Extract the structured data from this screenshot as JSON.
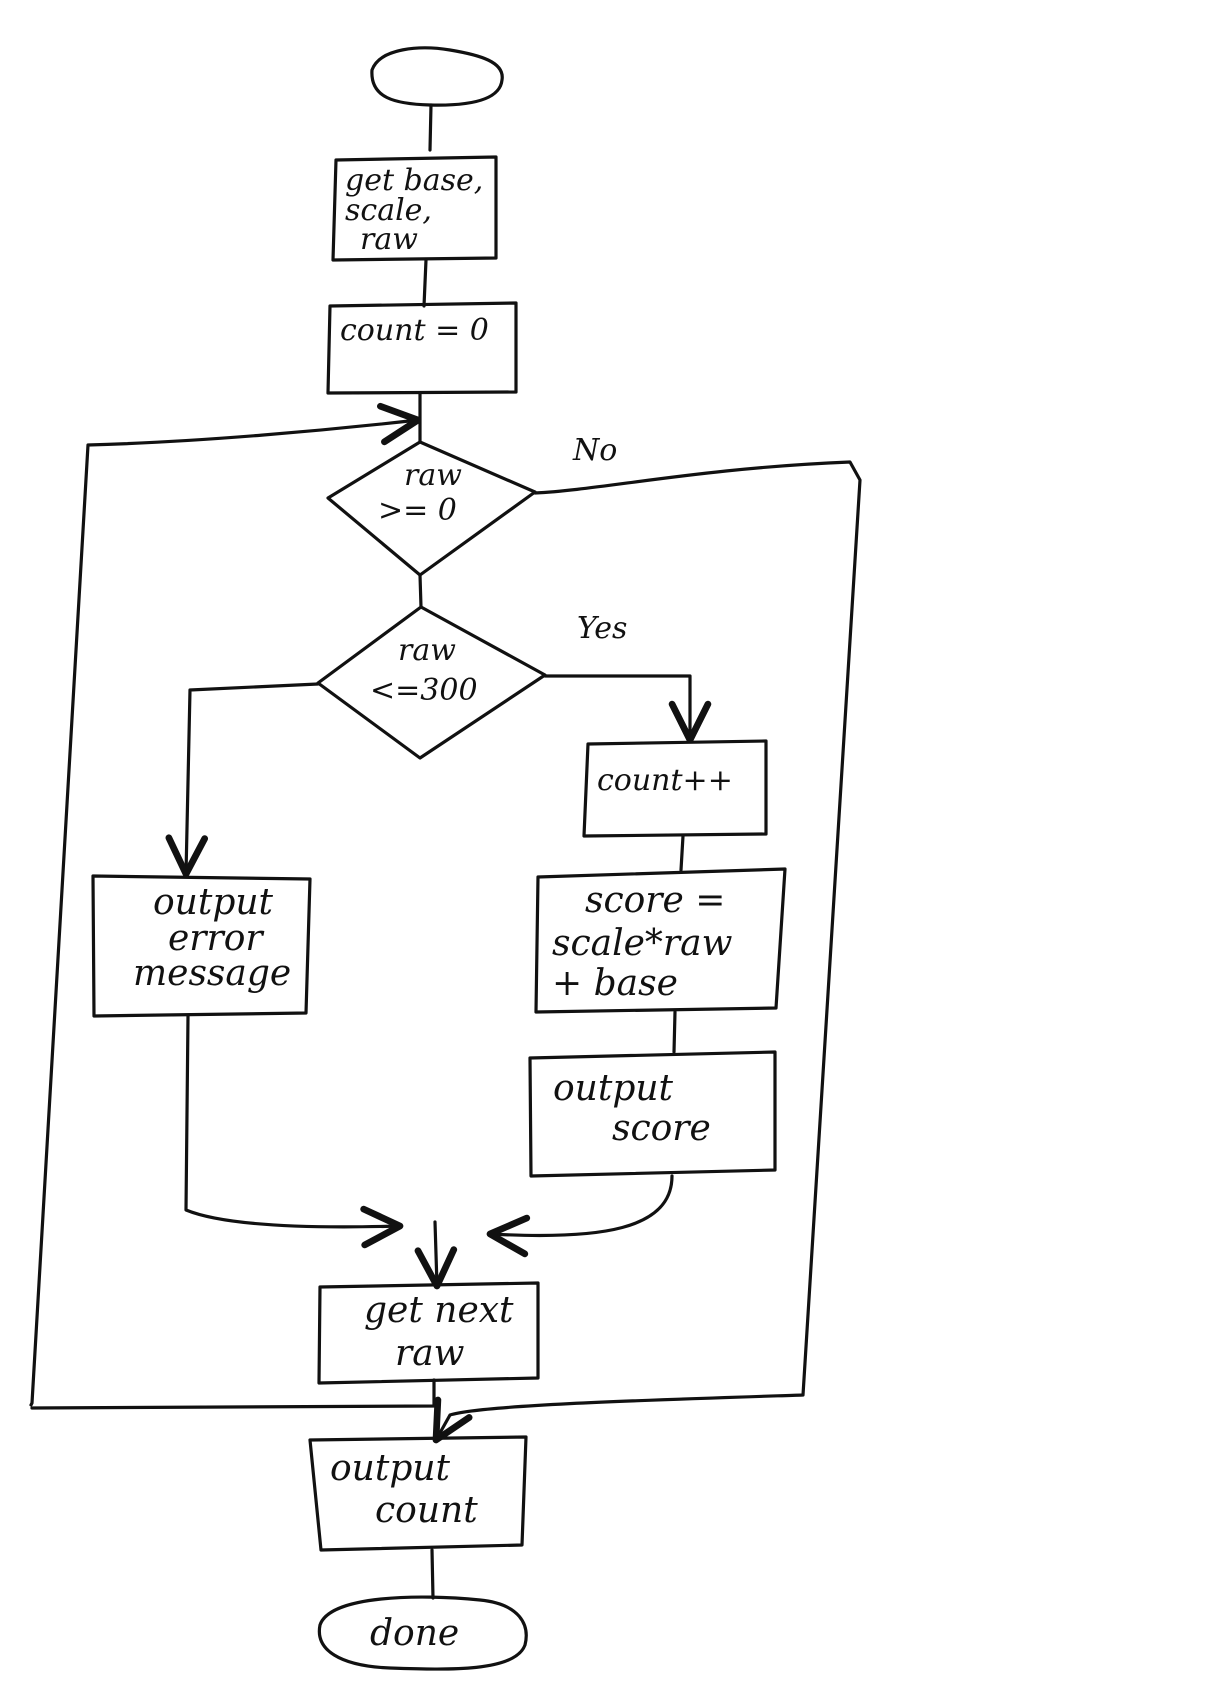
{
  "diagram": {
    "title": "",
    "nodes": {
      "start": {
        "type": "terminal",
        "label": ""
      },
      "input": {
        "type": "process",
        "lines": [
          "get base,",
          "scale,",
          "raw"
        ]
      },
      "init": {
        "type": "process",
        "lines": [
          "count = 0"
        ]
      },
      "cond1": {
        "type": "decision",
        "lines": [
          "raw",
          ">= 0"
        ]
      },
      "cond2": {
        "type": "decision",
        "lines": [
          "raw",
          "<=300"
        ]
      },
      "inc": {
        "type": "process",
        "lines": [
          "count++"
        ]
      },
      "compute": {
        "type": "process",
        "lines": [
          "score =",
          "scale*raw",
          "+ base"
        ]
      },
      "outscore": {
        "type": "process",
        "lines": [
          "output",
          "score"
        ]
      },
      "error": {
        "type": "process",
        "lines": [
          "output",
          "error",
          "message"
        ]
      },
      "next": {
        "type": "process",
        "lines": [
          "get next",
          "raw"
        ]
      },
      "outcount": {
        "type": "process",
        "lines": [
          "output",
          "count"
        ]
      },
      "end": {
        "type": "terminal",
        "lines": [
          "done"
        ]
      }
    },
    "edge_labels": {
      "no": "No",
      "yes": "Yes"
    },
    "edges": [
      {
        "from": "start",
        "to": "input"
      },
      {
        "from": "input",
        "to": "init"
      },
      {
        "from": "init",
        "to": "cond1"
      },
      {
        "from": "cond1",
        "to": "cond2",
        "label": ""
      },
      {
        "from": "cond1",
        "to": "outcount",
        "label": "No"
      },
      {
        "from": "cond2",
        "to": "inc",
        "label": "Yes"
      },
      {
        "from": "cond2",
        "to": "error",
        "label": ""
      },
      {
        "from": "inc",
        "to": "compute"
      },
      {
        "from": "compute",
        "to": "outscore"
      },
      {
        "from": "outscore",
        "to": "next"
      },
      {
        "from": "error",
        "to": "next"
      },
      {
        "from": "next",
        "to": "cond1"
      },
      {
        "from": "outcount",
        "to": "end"
      }
    ]
  }
}
